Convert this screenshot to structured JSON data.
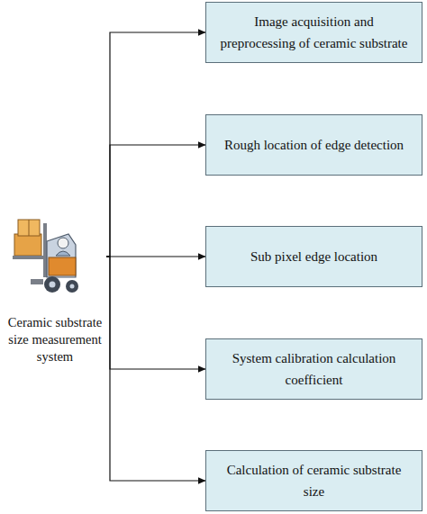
{
  "diagram": {
    "nodes": [
      {
        "text": [
          "Ceramic substrate size measurement system"
        ]
      },
      {
        "text": [
          "Image acquisition and preprocessing of ceramic substrate"
        ]
      },
      {
        "text": [
          "Rough location of edge detection"
        ]
      },
      {
        "text": [
          "Sub pixel edge location"
        ]
      },
      {
        "text": [
          "System calibration calculation coefficient"
        ]
      },
      {
        "text": [
          "Calculation of ceramic substrate size"
        ]
      }
    ],
    "edges": [
      {
        "from": 0,
        "to": 1,
        "arrow": "to"
      },
      {
        "from": 0,
        "to": 2,
        "arrow": "to"
      },
      {
        "from": 0,
        "to": 3,
        "arrow": "to"
      },
      {
        "from": 0,
        "to": 4,
        "arrow": "to"
      },
      {
        "from": 0,
        "to": 5,
        "arrow": "to"
      }
    ]
  }
}
